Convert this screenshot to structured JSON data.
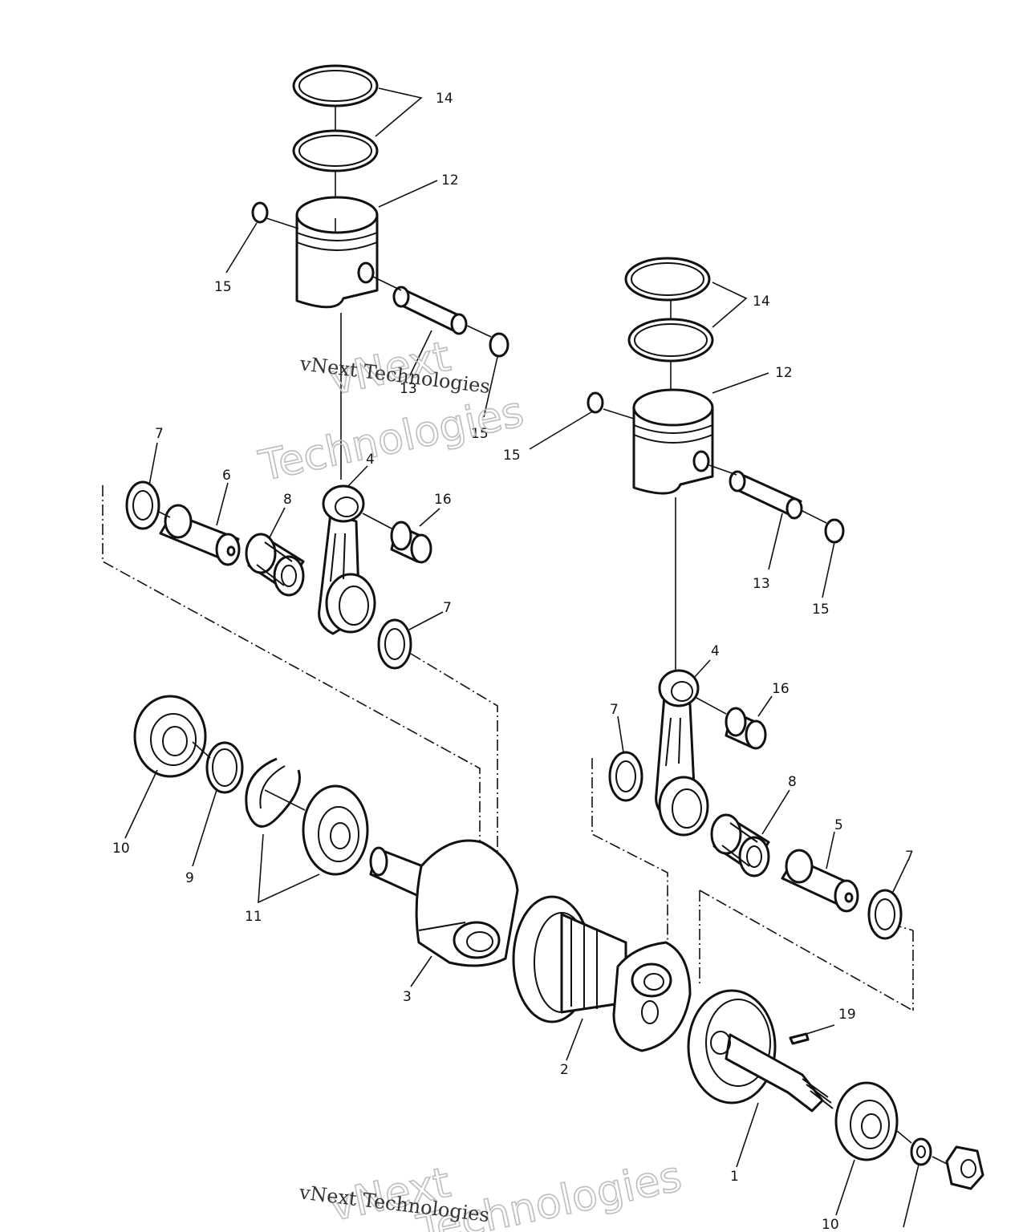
{
  "watermark": {
    "brand": "vNext",
    "word": "Technologies",
    "caption": "vNext Technologies"
  },
  "callouts": {
    "c1": "1",
    "c2": "2",
    "c3": "3",
    "c4": "4",
    "c5": "5",
    "c6": "6",
    "c7": "7",
    "c8": "8",
    "c9": "9",
    "c10": "10",
    "c11": "11",
    "c12": "12",
    "c13": "13",
    "c14": "14",
    "c15": "15",
    "c16": "16",
    "c19": "19"
  },
  "colors": {
    "ink": "#111111",
    "watermark": "#bdbdbd",
    "paper": "#ffffff"
  }
}
